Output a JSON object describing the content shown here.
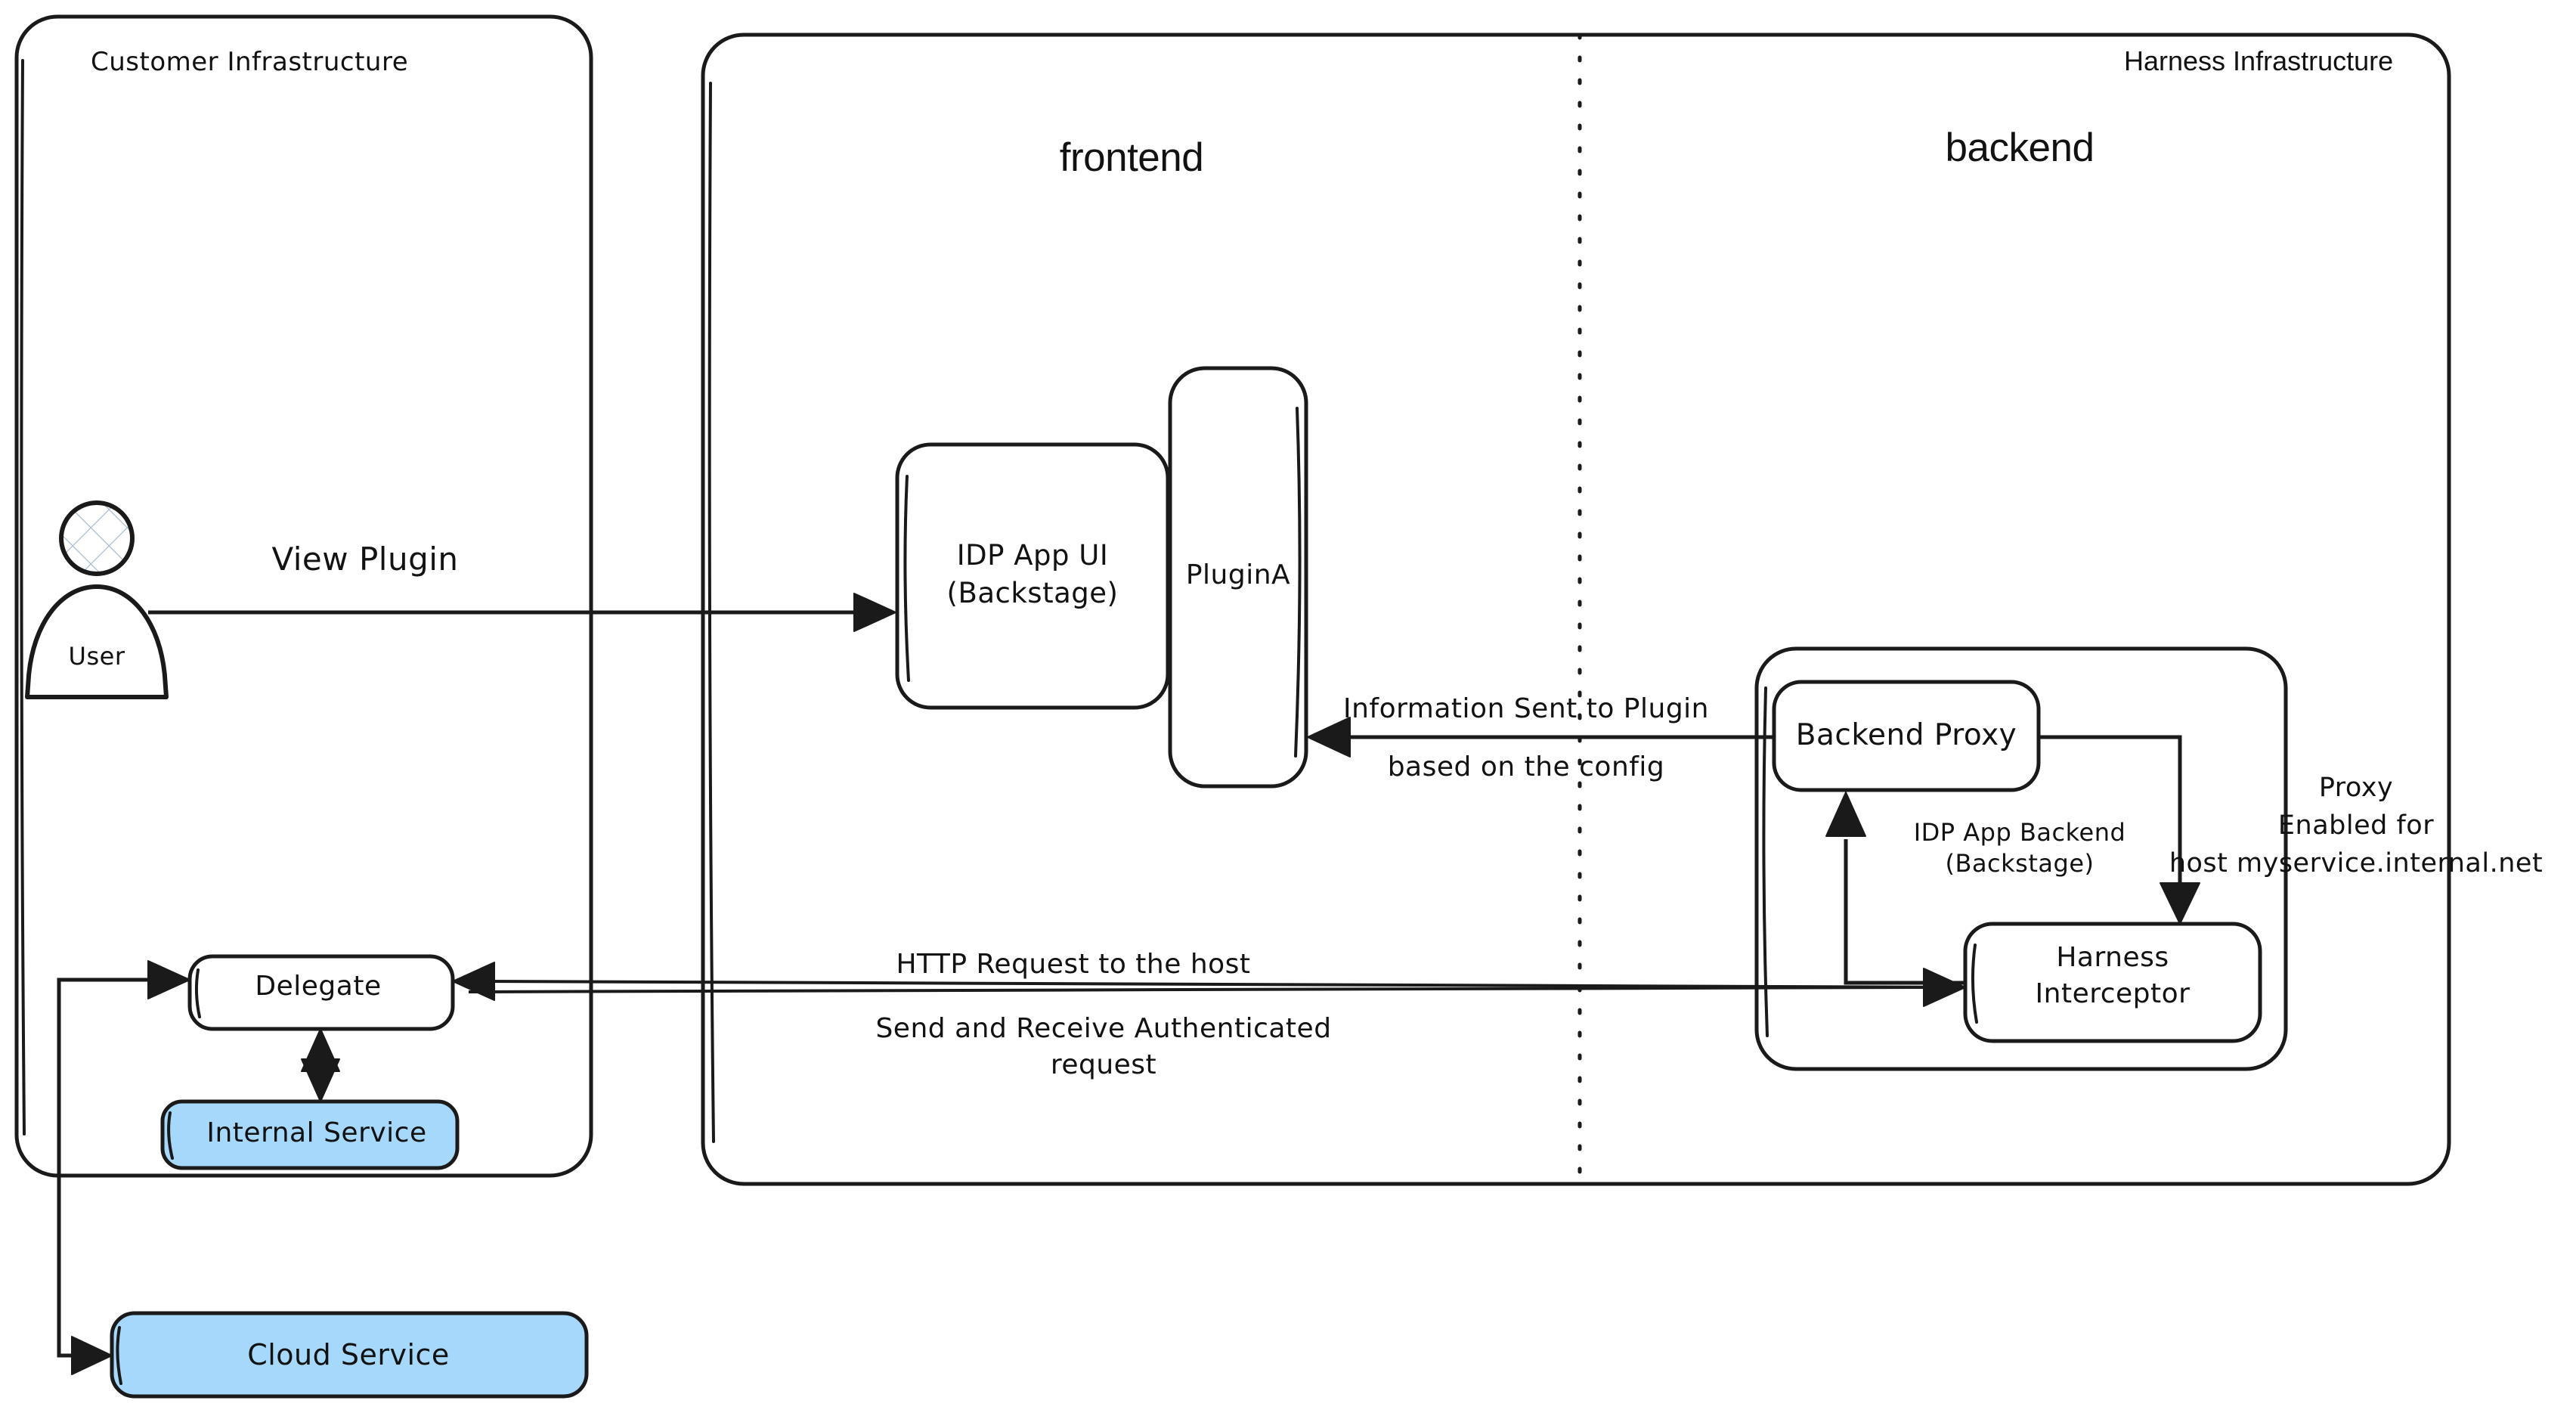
{
  "diagram": {
    "title": "Harness IDP Plugin Proxy Architecture",
    "colors": {
      "stroke": "#1a1a1a",
      "blue_fill": "#a5d8fb",
      "white_fill": "#ffffff",
      "hatch": "#9fb8cf"
    }
  },
  "containers": {
    "customer": {
      "label": "Customer Infrastructure"
    },
    "harness": {
      "label": "Harness Infrastructure"
    }
  },
  "zones": {
    "frontend": {
      "label": "frontend"
    },
    "backend": {
      "label": "backend"
    }
  },
  "actors": {
    "user": {
      "label": "User"
    }
  },
  "nodes": {
    "idp_app_ui": {
      "line1": "IDP App UI",
      "line2": "(Backstage)"
    },
    "plugin_a": {
      "label": "PluginA"
    },
    "backend_proxy": {
      "label": "Backend Proxy"
    },
    "harness_interceptor": {
      "line1": "Harness",
      "line2": "Interceptor"
    },
    "idp_app_backend": {
      "line1": "IDP App Backend",
      "line2": "(Backstage)"
    },
    "delegate": {
      "label": "Delegate"
    },
    "internal_service": {
      "label": "Internal Service"
    },
    "cloud_service": {
      "label": "Cloud Service"
    }
  },
  "edges": {
    "view_plugin": {
      "label": "View Plugin"
    },
    "info_sent": {
      "line1": "Information Sent to Plugin",
      "line2": "based on the config"
    },
    "http_request": {
      "line1": "HTTP Request to the host",
      "line2": "Send and Receive Authenticated",
      "line3": "request"
    },
    "proxy_enabled": {
      "line1": "Proxy",
      "line2": "Enabled for",
      "line3": "host myservice.internal.net"
    }
  }
}
